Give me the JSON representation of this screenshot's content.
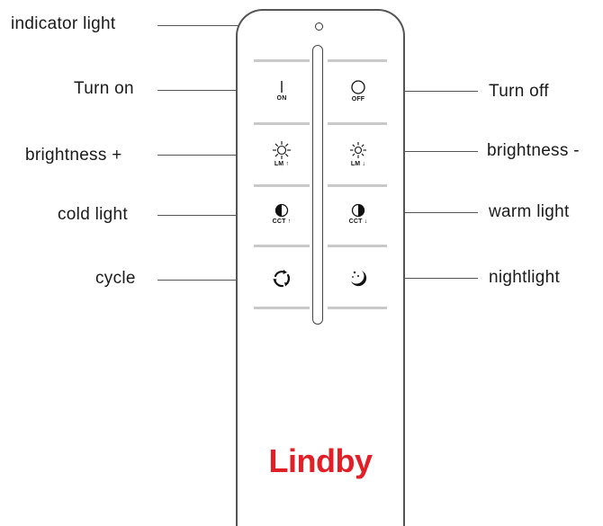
{
  "labels": {
    "indicator": "indicator light",
    "turn_on": "Turn on",
    "turn_off": "Turn off",
    "brightness_up": "brightness +",
    "brightness_down": "brightness -",
    "cold": "cold light",
    "warm": "warm light",
    "cycle": "cycle",
    "night": "nightlight"
  },
  "buttons": {
    "on": {
      "caption": "ON",
      "icon": "power-line-icon"
    },
    "off": {
      "caption": "OFF",
      "icon": "power-circle-icon"
    },
    "bright_up": {
      "caption": "LM ↑",
      "icon": "sun-large-icon"
    },
    "bright_down": {
      "caption": "LM ↓",
      "icon": "sun-small-icon"
    },
    "cold": {
      "caption": "CCT ↑",
      "icon": "half-moon-left-icon"
    },
    "warm": {
      "caption": "CCT ↓",
      "icon": "half-moon-right-icon"
    },
    "cycle": {
      "caption": "",
      "icon": "cycle-arrows-icon"
    },
    "night": {
      "caption": "",
      "icon": "moon-stars-icon"
    }
  },
  "brand": {
    "name": "Lindby",
    "color": "#e21f26"
  }
}
